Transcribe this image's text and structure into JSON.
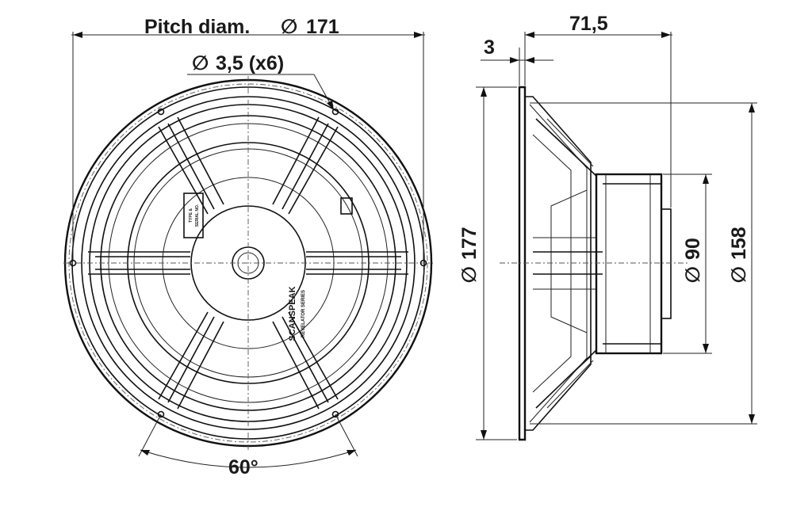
{
  "front_view": {
    "pitch_diameter_label": "Pitch diam.",
    "pitch_diameter_value": "171",
    "hole_label": "3,5 (x6)",
    "angle_label": "60°",
    "brand_name": "SCANSPEAK",
    "brand_series": "REVELATOR SERIES",
    "sticker_line1": "TYPE &",
    "sticker_line2": "SERIAL NO."
  },
  "side_view": {
    "flange_thickness": "3",
    "total_depth": "71,5",
    "outer_diameter": "177",
    "magnet_diameter": "90",
    "cutout_diameter": "158"
  },
  "symbols": {
    "diameter": "∅"
  }
}
